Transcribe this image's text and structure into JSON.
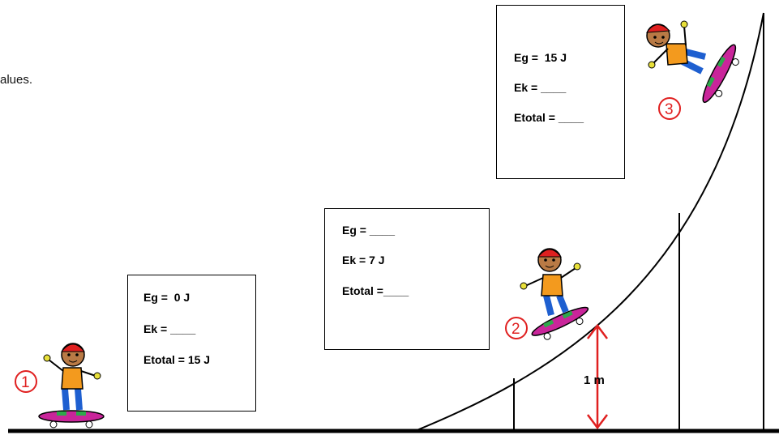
{
  "intro_text": "alues.",
  "boxes": [
    {
      "eg": "Eg =  0 J",
      "ek": "Ek = ____",
      "etotal": "Etotal = 15 J"
    },
    {
      "eg": "Eg = ____",
      "ek": "Ek = 7 J",
      "etotal": "Etotal =____"
    },
    {
      "eg": "Eg =  15 J",
      "ek": "Ek = ____",
      "etotal": "Etotal = ____"
    }
  ],
  "position_labels": [
    "1",
    "2",
    "3"
  ],
  "height_label": "1 m",
  "colors": {
    "label_red": "#e02020",
    "arrow_red": "#e02020",
    "line": "#000000"
  }
}
